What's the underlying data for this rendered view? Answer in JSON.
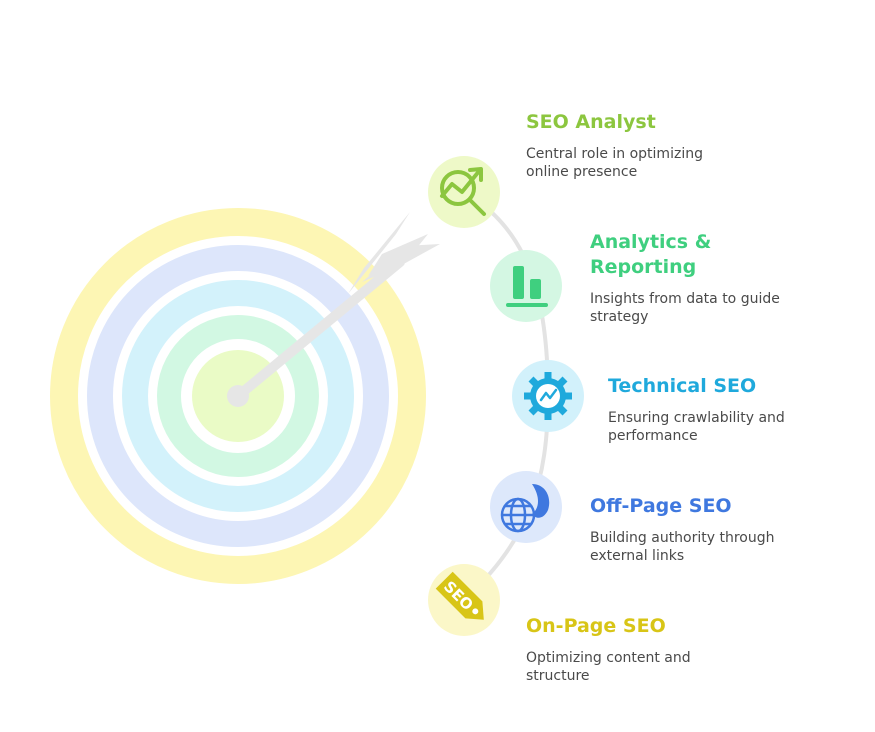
{
  "items": [
    {
      "title": "SEO Analyst",
      "description": "Central role in optimizing online presence",
      "color": "#8cc63f",
      "circle": "#eef9c8",
      "icon": "analytics-magnifier-icon"
    },
    {
      "title": "Analytics & Reporting",
      "description": "Insights from data to guide strategy",
      "color": "#3fcf7f",
      "circle": "#d4f7e3",
      "icon": "bar-chart-icon"
    },
    {
      "title": "Technical SEO",
      "description": "Ensuring crawlability and performance",
      "color": "#1fa9dc",
      "circle": "#d2f1fb",
      "icon": "gear-icon"
    },
    {
      "title": "Off-Page SEO",
      "description": "Building authority through external links",
      "color": "#3f78df",
      "circle": "#dde8fb",
      "icon": "globe-link-icon"
    },
    {
      "title": "On-Page SEO",
      "description": "Optimizing content and structure",
      "color": "#d8c517",
      "circle": "#fbf7c8",
      "icon": "seo-tag-icon"
    }
  ],
  "seo_tag_text": "SEO",
  "target": {
    "ring_colors": [
      "#fdf6b4",
      "#dde6fb",
      "#d3f2fb",
      "#d2f8e3",
      "#eafbc6"
    ],
    "arrow_color": "#e6e6e6"
  },
  "connector_color": "#e3e3e3"
}
